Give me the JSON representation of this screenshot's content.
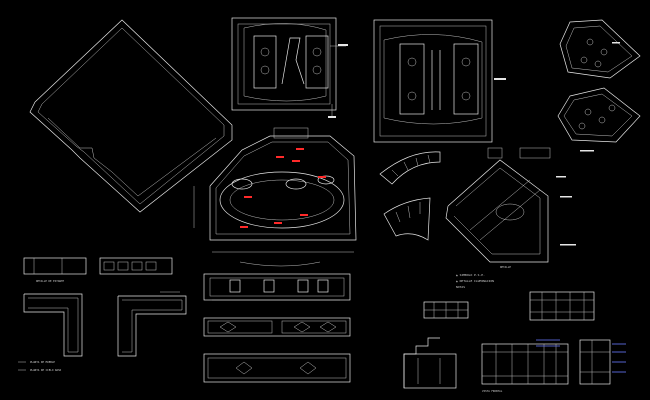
{
  "canvas": {
    "background": "#000000",
    "line_color": "#e6e6e6",
    "accent_red": "#ff2a2a",
    "accent_blue": "#6a7bff"
  },
  "notes": {
    "legend_line1": "▲ SIMBOLO P.S.P.",
    "legend_line2": "▲ DETALLE ILUMINACION",
    "legend_line3": "NOTAS",
    "elevation_note": "VISTA FRONTAL",
    "bottom_left_1": "DETALLE DE ESTANTE",
    "bottom_left_2": "PLANTA DE MUEBLE",
    "plan_note": "PLANTA DE CIELO RASO",
    "detail_note": "DETALLE"
  }
}
